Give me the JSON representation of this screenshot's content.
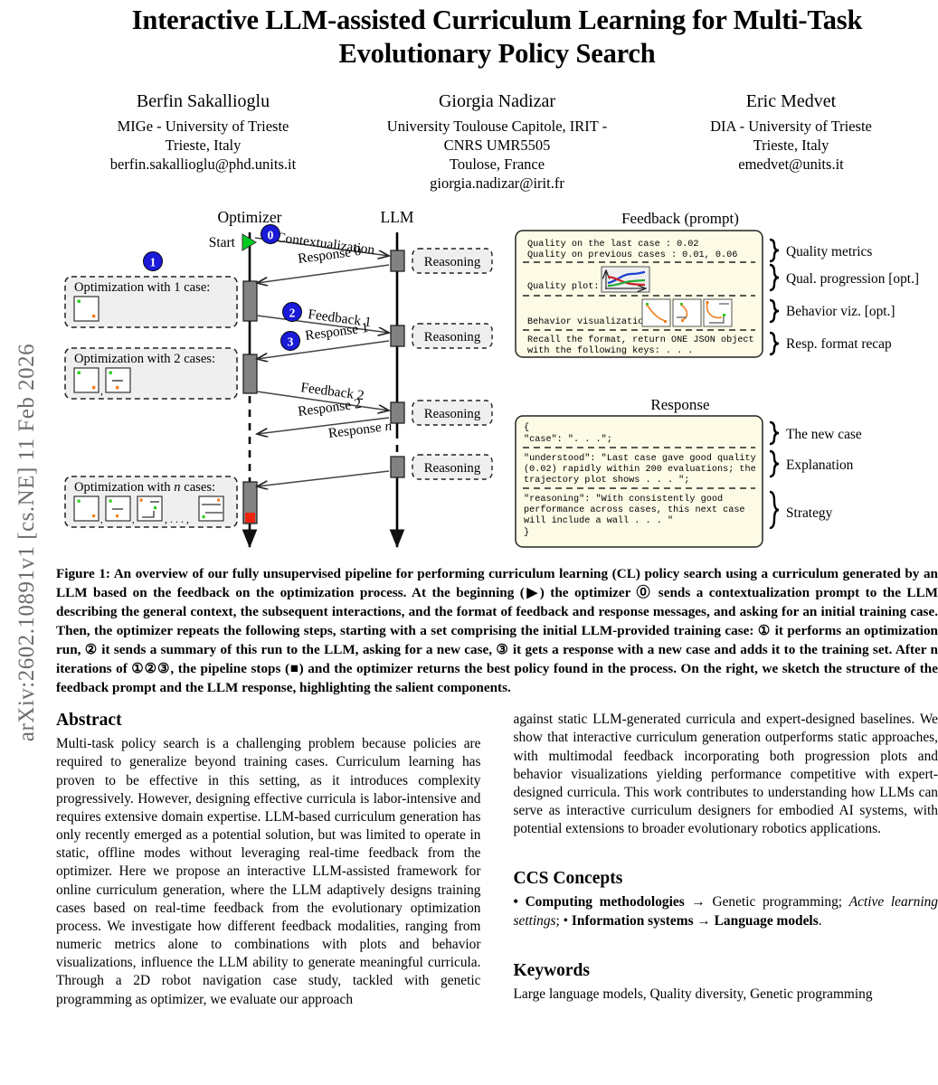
{
  "arxiv_stamp": "arXiv:2602.10891v1  [cs.NE]  11 Feb 2026",
  "paper": {
    "title": "Interactive LLM-assisted Curriculum Learning for Multi-Task Evolutionary Policy Search",
    "authors": [
      {
        "name": "Berfin Sakallioglu",
        "affiliation_lines": [
          "MIGe - University of Trieste",
          "Trieste, Italy"
        ],
        "email": "berfin.sakallioglu@phd.units.it"
      },
      {
        "name": "Giorgia Nadizar",
        "affiliation_lines": [
          "University Toulouse Capitole, IRIT -",
          "CNRS UMR5505",
          "Toulose, France"
        ],
        "email": "giorgia.nadizar@irit.fr"
      },
      {
        "name": "Eric Medvet",
        "affiliation_lines": [
          "DIA - University of Trieste",
          "Trieste, Italy"
        ],
        "email": "emedvet@units.it"
      }
    ]
  },
  "figure": {
    "caption": "Figure 1: An overview of our fully unsupervised pipeline for performing curriculum learning (CL) policy search using a curriculum generated by an LLM based on the feedback on the optimization process. At the beginning (▶) the optimizer ⓪ sends a contextualization prompt to the LLM describing the general context, the subsequent interactions, and the format of feedback and response messages, and asking for an initial training case. Then, the optimizer repeats the following steps, starting with a set comprising the initial LLM-provided training case: ① it performs an optimization run, ② it sends a summary of this run to the LLM, asking for a new case, ③ it gets a response with a new case and adds it to the training set. After n iterations of ①②③, the pipeline stops (■) and the optimizer returns the best policy found in the process. On the right, we sketch the structure of the feedback prompt and the LLM response, highlighting the salient components.",
    "diagram": {
      "lifelines": [
        {
          "id": "optimizer",
          "label": "Optimizer"
        },
        {
          "id": "llm",
          "label": "LLM"
        }
      ],
      "start_label": "Start",
      "messages": [
        {
          "label": "Contextualization",
          "badge": "0",
          "direction": "to-llm"
        },
        {
          "label": "Response 0",
          "badge": "",
          "direction": "to-optimizer"
        },
        {
          "label": "Feedback 1",
          "badge": "2",
          "direction": "to-llm"
        },
        {
          "label": "Response 1",
          "badge": "3",
          "direction": "to-optimizer"
        },
        {
          "label": "Feedback 2",
          "badge": "",
          "direction": "to-llm"
        },
        {
          "label": "Response 2",
          "badge": "",
          "direction": "to-optimizer"
        },
        {
          "label": "Response n",
          "badge": "",
          "direction": "to-optimizer"
        }
      ],
      "reasoning_label": "Reasoning",
      "optimization_boxes": [
        {
          "label": "Optimization with 1 case:",
          "badge": "1",
          "cases": 1
        },
        {
          "label": "Optimization with 2 cases:",
          "badge": "",
          "cases": 2
        },
        {
          "label": "Optimization with n cases:",
          "badge": "",
          "cases": 4
        }
      ],
      "feedback_panel": {
        "title": "Feedback (prompt)",
        "sections": [
          {
            "lines": [
              "Quality on the last case : 0.02",
              "Quality on previous cases : 0.01, 0.06"
            ],
            "annotation": "Quality metrics",
            "visual": "none"
          },
          {
            "lines": [
              "Quality plot:"
            ],
            "annotation": "Qual. progression [opt.]",
            "visual": "quality-plot"
          },
          {
            "lines": [
              "Behavior visualization:"
            ],
            "annotation": "Behavior viz. [opt.]",
            "visual": "behavior-thumbs"
          },
          {
            "lines": [
              "Recall the format, return ONE JSON object",
              "with the following keys: . . ."
            ],
            "annotation": "Resp. format recap",
            "visual": "none"
          }
        ]
      },
      "response_panel": {
        "title": "Response",
        "sections": [
          {
            "lines": [
              "{",
              "   \"case\": \". . .\";"
            ],
            "annotation": "The new case"
          },
          {
            "lines": [
              "   \"understood\": \"Last case gave good quality",
              "(0.02) rapidly within 200 evaluations; the",
              "trajectory plot shows . . . \";"
            ],
            "annotation": "Explanation"
          },
          {
            "lines": [
              "   \"reasoning\": \"With consistently good",
              "performance across cases, this next case",
              "will include a wall . . . \"",
              "}"
            ],
            "annotation": "Strategy"
          }
        ]
      }
    }
  },
  "abstract": {
    "heading": "Abstract",
    "left_text": "Multi-task policy search is a challenging problem because policies are required to generalize beyond training cases. Curriculum learning has proven to be effective in this setting, as it introduces complexity progressively. However, designing effective curricula is labor-intensive and requires extensive domain expertise. LLM-based curriculum generation has only recently emerged as a potential solution, but was limited to operate in static, offline modes without leveraging real-time feedback from the optimizer. Here we propose an interactive LLM-assisted framework for online curriculum generation, where the LLM adaptively designs training cases based on real-time feedback from the evolutionary optimization process. We investigate how different feedback modalities, ranging from numeric metrics alone to combinations with plots and behavior visualizations, influence the LLM ability to generate meaningful curricula. Through a 2D robot navigation case study, tackled with genetic programming as optimizer, we evaluate our approach",
    "right_text": "against static LLM-generated curricula and expert-designed baselines. We show that interactive curriculum generation outperforms static approaches, with multimodal feedback incorporating both progression plots and behavior visualizations yielding performance competitive with expert-designed curricula. This work contributes to understanding how LLMs can serve as interactive curriculum designers for embodied AI systems, with potential extensions to broader evolutionary robotics applications."
  },
  "ccs": {
    "heading": "CCS Concepts",
    "part1": "• Computing methodologies",
    "arrow1": " → ",
    "part2": "Genetic programming; ",
    "part3": "Active learning settings",
    "part4": "; • ",
    "part5": "Information systems",
    "arrow2": " → ",
    "part6": "Language models",
    "part7": "."
  },
  "keywords": {
    "heading": "Keywords",
    "text": "Large language models, Quality diversity, Genetic programming"
  },
  "colors": {
    "badge_blue": "#1a1ad8",
    "start_green": "#00cc22",
    "stop_red": "#ee2211",
    "activation_gray": "#828282",
    "panel_cream": "#fdfbe6",
    "box_gray": "#efefef",
    "thumb_green": "#2ecc23",
    "thumb_orange": "#f08020",
    "plot_blue": "#1a3fd0",
    "plot_red": "#cc2222",
    "plot_green": "#22aa33"
  }
}
